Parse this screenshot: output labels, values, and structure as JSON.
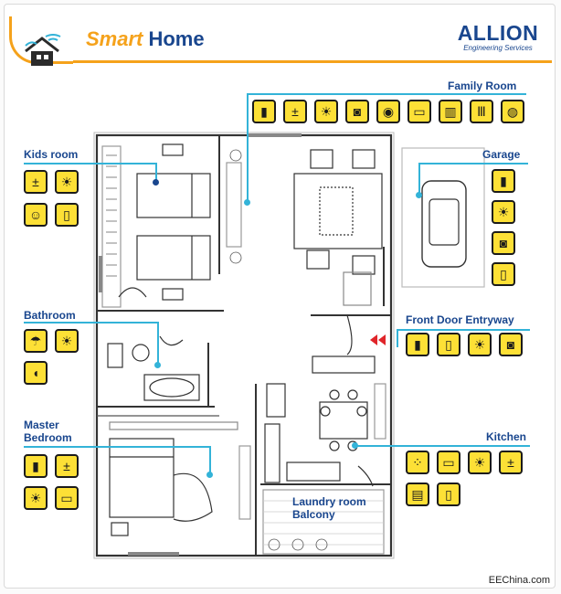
{
  "header": {
    "title_part1": "Smart",
    "title_part2": "Home",
    "brand_name": "ALLION",
    "brand_tagline": "Engineering Services"
  },
  "rooms": {
    "family_room": "Family Room",
    "kids_room": "Kids room",
    "garage": "Garage",
    "bathroom": "Bathroom",
    "front_door": "Front Door Entryway",
    "master_bedroom_line1": "Master",
    "master_bedroom_line2": "Bedroom",
    "kitchen": "Kitchen",
    "laundry_line1": "Laundry room",
    "laundry_line2": "Balcony"
  },
  "devices": {
    "family_room": [
      "door-sensor-icon",
      "thermostat-icon",
      "light-bulb-icon",
      "camera-icon",
      "speaker-icon",
      "tv-icon",
      "window-sensor-icon",
      "heater-icon",
      "smoke-detector-icon"
    ],
    "kids_room": [
      "thermostat-icon",
      "light-bulb-icon",
      "baby-monitor-icon",
      "motion-sensor-icon"
    ],
    "garage": [
      "door-sensor-icon",
      "light-bulb-icon",
      "camera-icon",
      "motion-sensor-icon"
    ],
    "bathroom": [
      "shower-icon",
      "light-bulb-icon",
      "toilet-icon"
    ],
    "front_door": [
      "door-sensor-icon",
      "motion-sensor-icon",
      "light-bulb-icon",
      "camera-icon"
    ],
    "master_bedroom": [
      "door-sensor-icon",
      "thermostat-icon",
      "light-bulb-icon",
      "tv-icon"
    ],
    "kitchen": [
      "stove-icon",
      "tv-icon",
      "light-bulb-icon",
      "thermostat-icon",
      "microwave-icon",
      "fridge-icon"
    ]
  },
  "colors": {
    "accent_orange": "#f5a21b",
    "brand_blue": "#19468e",
    "leader_cyan": "#33b3d8",
    "device_yellow": "#fde036"
  },
  "footer": {
    "credit": "EEChina.com"
  }
}
